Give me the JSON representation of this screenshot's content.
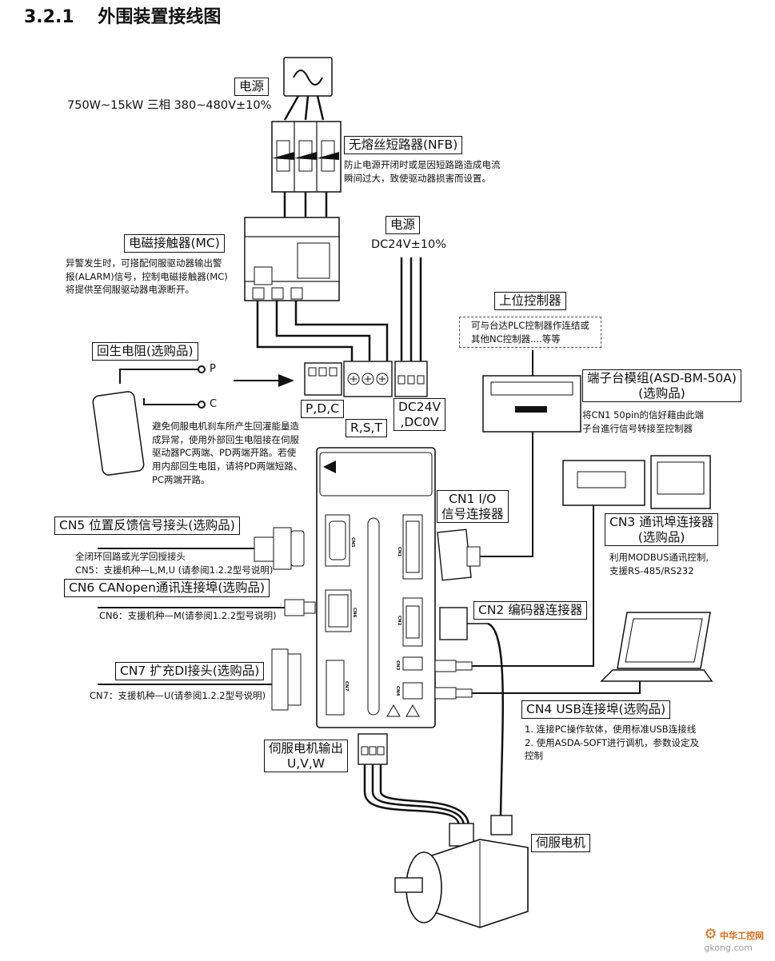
{
  "heading": {
    "number": "3.2.1",
    "title": "外围装置接线图"
  },
  "power_ac": {
    "label": "电源",
    "spec": "750W~15kW 三相 380~480V±10%"
  },
  "nfb": {
    "label": "无熔丝短路器(NFB)",
    "desc": [
      "防止电源开闭时或是因短路路造成电流",
      "瞬间过大，致使驱动器损害而设置。"
    ]
  },
  "mc": {
    "label": "电磁接触器(MC)",
    "desc": [
      "异警发生时，可搭配伺服驱动器输出警",
      "报(ALARM)信号，控制电磁接触器(MC)",
      "将提供至伺服驱动器电源断开。"
    ]
  },
  "power_dc": {
    "label": "电源",
    "spec": "DC24V±10%"
  },
  "regen": {
    "label": "回生电阻(选购品)",
    "p": "P",
    "c": "C",
    "desc": [
      "避免伺服电机刹车所产生回灌能量造",
      "成异常，使用外部回生电阻接在伺服",
      "驱动器PC两端、PD两端开路。若使",
      "用内部回生电阻，请将PD两端短路、",
      "PC两端开路。"
    ]
  },
  "terminals": {
    "pdc": "P,D,C",
    "rst": "R,S,T",
    "dc_line1": "DC24V",
    "dc_line2": ",DC0V"
  },
  "host": {
    "label": "上位控制器",
    "desc": [
      "可与台达PLC控制器作连结或",
      "其他NC控制器....等等"
    ]
  },
  "terminal_module": {
    "label_line1": "端子台模组(ASD-BM-50A)",
    "label_line2": "(选购品)",
    "desc": [
      "将CN1 50pin的信好藉由此端",
      "子台進行信号转接至控制器"
    ]
  },
  "cn1": {
    "line1": "CN1 I/O",
    "line2": "信号连接器"
  },
  "cn2": {
    "label": "CN2 编码器连接器"
  },
  "cn3": {
    "line1": "CN3 通讯埠连接器",
    "line2": "(选购品)",
    "desc": [
      "利用MODBUS通讯控制,",
      "支援RS-485/RS232"
    ]
  },
  "cn4": {
    "label": "CN4 USB连接埠(选购品)",
    "desc": [
      "1. 连接PC操作软体，使用标准USB连接线",
      "2. 使用ASDA-SOFT进行调机，参数设定及",
      "控制"
    ]
  },
  "cn5": {
    "label": "CN5 位置反馈信号接头(选购品)",
    "desc": [
      "全闭环回路或光学回授接头",
      "CN5：支援机种—L,M,U (请参阅1.2.2型号说明)"
    ]
  },
  "cn6": {
    "label": "CN6 CANopen通讯连接埠(选购品)",
    "desc": [
      "CN6：支援机种—M(请参阅1.2.2型号说明)"
    ]
  },
  "cn7": {
    "label": "CN7 扩充DI接头(选购品)",
    "desc": [
      "CN7：支援机种—U(请参阅1.2.2型号说明)"
    ]
  },
  "motor_output": {
    "line1": "伺服电机输出",
    "line2": "U,V,W"
  },
  "motor": {
    "label": "伺服电机"
  },
  "drive_port_labels": {
    "cn1": "CN1",
    "cn2": "CN2",
    "cn3": "CN3",
    "cn4": "CN4",
    "cn5": "CN5",
    "cn6": "CN6",
    "cn7": "CN7"
  },
  "watermark": {
    "cn": "中华工控网",
    "url": "gkong.com"
  },
  "colors": {
    "line": "#111111",
    "watermark": "#d96b1c"
  }
}
